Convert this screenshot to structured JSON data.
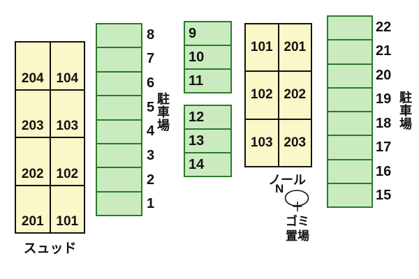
{
  "colors": {
    "room_fill": "#FAF7C8",
    "room_border": "#111111",
    "parking_fill": "#C9EBBF",
    "parking_border": "#2A7A2A",
    "text": "#111111"
  },
  "building_sud": {
    "label": "スュッド",
    "rows": [
      [
        "204",
        "104"
      ],
      [
        "203",
        "103"
      ],
      [
        "202",
        "102"
      ],
      [
        "201",
        "101"
      ]
    ]
  },
  "building_nord": {
    "label": "ノール",
    "rows": [
      [
        "101",
        "201"
      ],
      [
        "102",
        "202"
      ],
      [
        "103",
        "203"
      ]
    ]
  },
  "parking_left": {
    "label": "駐車場",
    "spaces": [
      "8",
      "7",
      "6",
      "5",
      "4",
      "3",
      "2",
      "1"
    ]
  },
  "parking_mid_top": {
    "spaces": [
      "9",
      "10",
      "11"
    ]
  },
  "parking_mid_bottom": {
    "spaces": [
      "12",
      "13",
      "14"
    ]
  },
  "parking_right": {
    "label": "駐車場",
    "spaces": [
      "22",
      "21",
      "20",
      "19",
      "18",
      "17",
      "16",
      "15"
    ]
  },
  "north": {
    "label": "N"
  },
  "garbage": {
    "line1": "ゴミ",
    "line2": "置場"
  }
}
